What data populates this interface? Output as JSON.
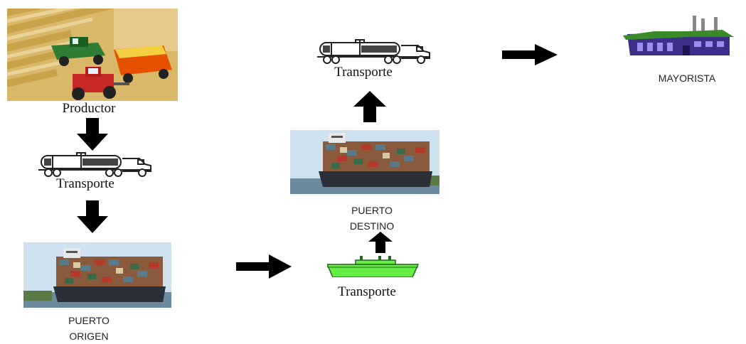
{
  "nodes": {
    "productor": {
      "label": "Productor",
      "icon": "farm-harvester-image"
    },
    "transporte_1": {
      "label": "Transporte",
      "icon": "tanker-truck-icon"
    },
    "puerto_origen": {
      "label_line1": "PUERTO",
      "label_line2": "ORIGEN",
      "icon": "container-ship-photo"
    },
    "transporte_2": {
      "label": "Transporte",
      "icon": "ship-icon"
    },
    "puerto_destino": {
      "label_line1": "PUERTO",
      "label_line2": "DESTINO",
      "icon": "container-ship-photo"
    },
    "transporte_3": {
      "label": "Transporte",
      "icon": "tanker-truck-icon"
    },
    "mayorista": {
      "label": "MAYORISTA",
      "icon": "factory-icon"
    }
  },
  "flow": [
    "productor",
    "transporte_1",
    "puerto_origen",
    "transporte_2",
    "puerto_destino",
    "transporte_3",
    "mayorista"
  ],
  "colors": {
    "arrow": "#000000",
    "ship_icon": "#66ee44",
    "factory_roof": "#3a8a2a",
    "factory_wall": "#3b2f8a"
  }
}
